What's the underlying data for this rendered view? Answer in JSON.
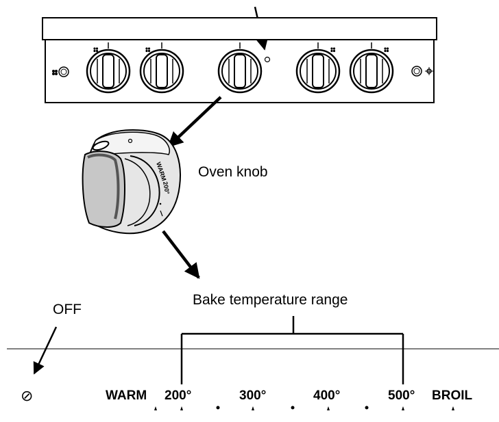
{
  "labels": {
    "oven_knob": "Oven knob",
    "bake_range": "Bake temperature range",
    "off": "OFF",
    "off_symbol": "⊘"
  },
  "knob_face_text": {
    "warm": "WARM",
    "t200": "200°"
  },
  "dial_scale": {
    "warm": "WARM",
    "t200": "200°",
    "t300": "300°",
    "t400": "400°",
    "t500": "500°",
    "broil": "BROIL"
  },
  "panel_icons": [
    "burner-grid-icon",
    "light-bulb-icon"
  ],
  "colors": {
    "ink": "#000000",
    "knob_fill": "#d9d9d9",
    "knob_shadow": "#555555"
  }
}
